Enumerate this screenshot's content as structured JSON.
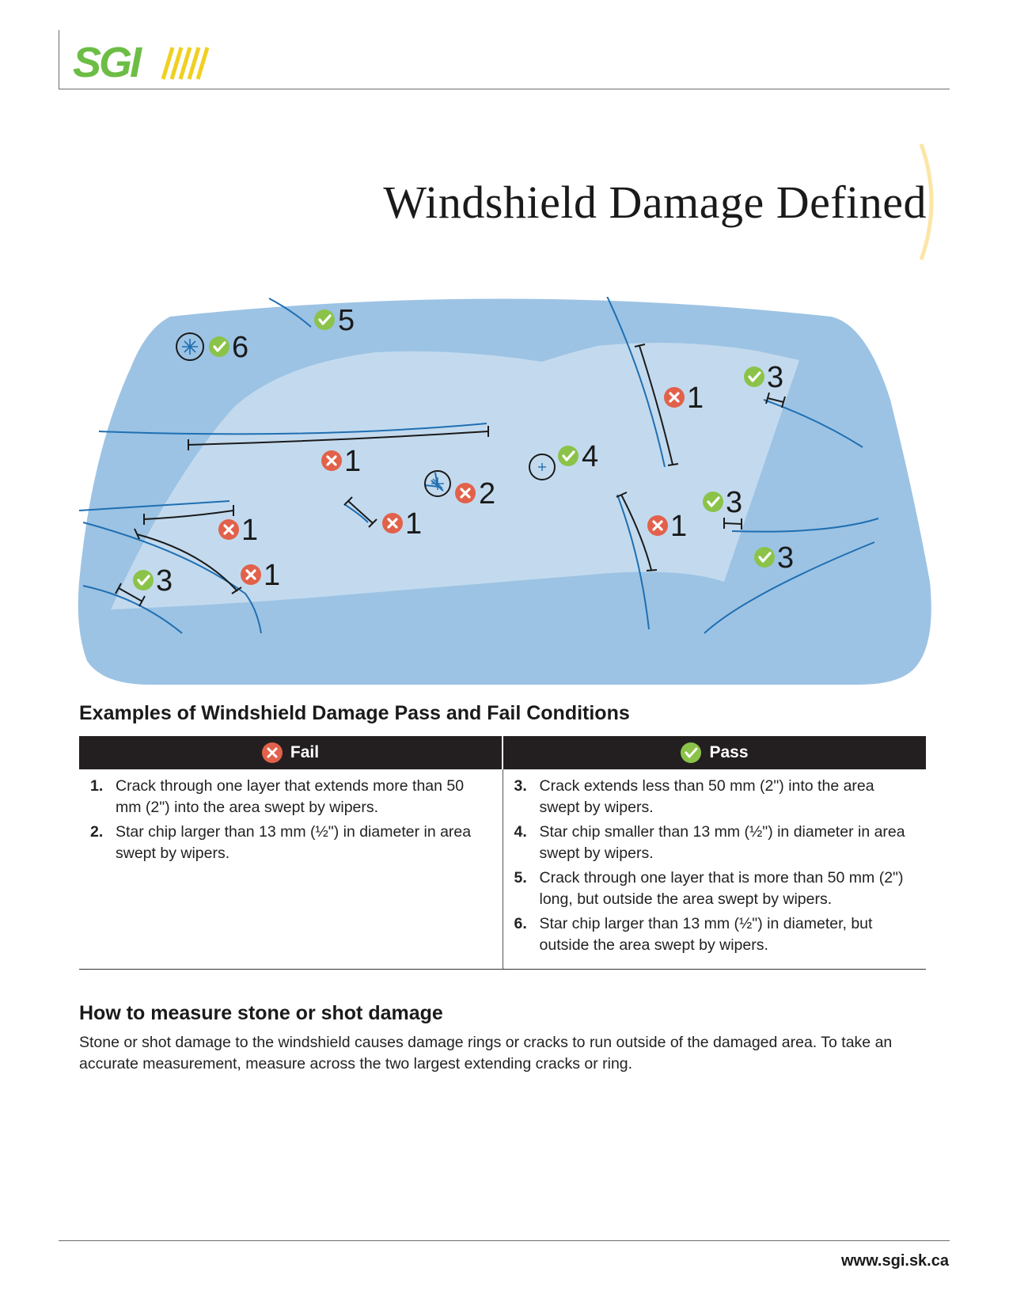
{
  "brand": {
    "logo_text": "SGI",
    "logo_green": "#6cbd45",
    "logo_yellow": "#f0d020"
  },
  "title": "Windshield Damage Defined",
  "diagram": {
    "labels": {
      "six": "6",
      "five": "5",
      "three_top_right": "3",
      "one_vertical_right": "1",
      "one_long_top": "1",
      "four": "4",
      "two": "2",
      "three_mid_right": "3",
      "one_left_upper": "1",
      "one_center": "1",
      "one_right_lower": "1",
      "three_low_right": "3",
      "three_bottom_left": "3",
      "one_left_lower": "1"
    },
    "colors": {
      "outer_glass": "#9cc3e4",
      "wiped_area": "#c3daee",
      "crack": "#1f6fb2",
      "pass_icon": "#8bc34a",
      "fail_icon": "#e2614b"
    }
  },
  "section_heading": "Examples of Windshield Damage Pass and Fail Conditions",
  "table": {
    "fail_header": "Fail",
    "pass_header": "Pass",
    "fail_icon": "x-circle-icon",
    "pass_icon": "check-circle-icon",
    "fail_items": [
      {
        "num": "1.",
        "text": "Crack through one layer that extends more than 50 mm (2\") into the area swept by wipers."
      },
      {
        "num": "2.",
        "text": "Star chip larger than 13 mm (½\") in diameter in area swept by wipers."
      }
    ],
    "pass_items": [
      {
        "num": "3.",
        "text": "Crack extends less than 50 mm (2\") into the area swept by wipers."
      },
      {
        "num": "4.",
        "text": "Star chip smaller than 13 mm (½\") in diameter in area swept by wipers."
      },
      {
        "num": "5.",
        "text": "Crack through one layer that is more than 50 mm (2\") long, but outside the area swept by wipers."
      },
      {
        "num": "6.",
        "text": "Star chip larger than 13 mm (½\") in diameter, but outside the area swept by wipers."
      }
    ]
  },
  "measure": {
    "heading": "How to measure stone or shot damage",
    "text": "Stone or shot damage to the windshield causes damage rings or cracks to run outside of the damaged area. To take an accurate measurement, measure across the two largest extending cracks or ring."
  },
  "footer": {
    "url": "www.sgi.sk.ca"
  }
}
